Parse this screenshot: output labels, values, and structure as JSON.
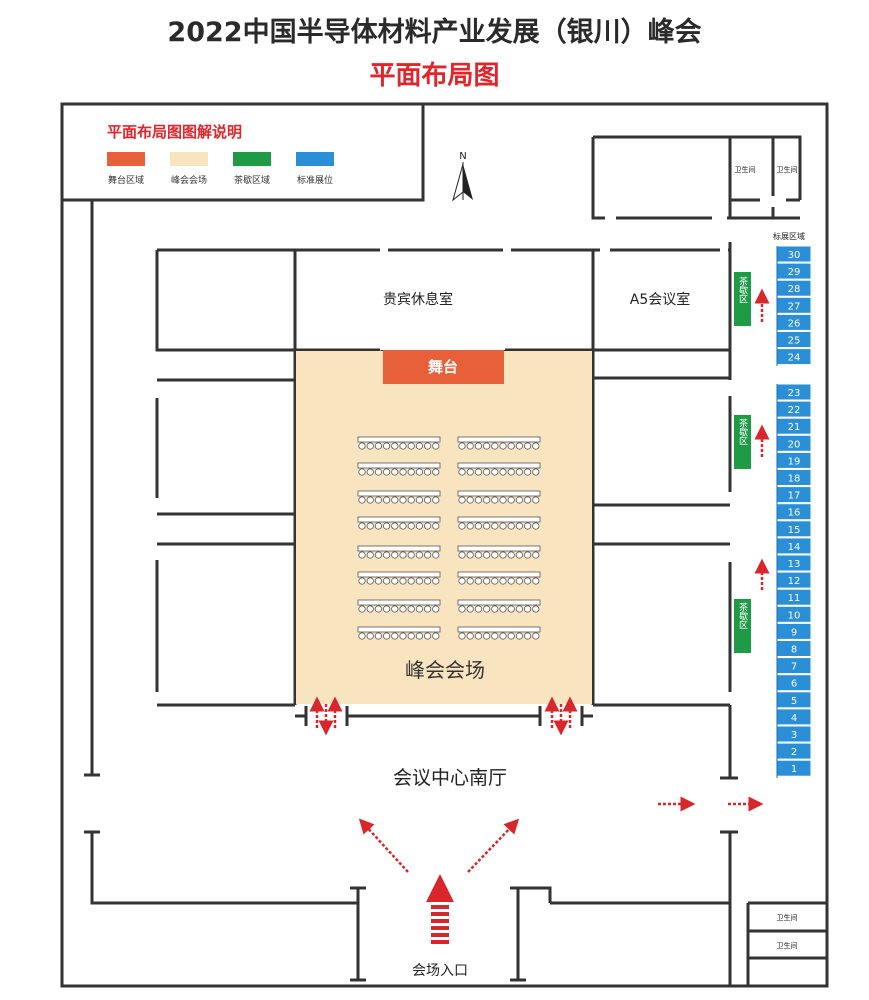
{
  "header": {
    "title": "2022中国半导体材料产业发展（银川）峰会",
    "subtitle": "平面布局图"
  },
  "legend": {
    "title": "平面布局图图解说明",
    "items": [
      {
        "label": "舞台区域",
        "color": "#e8603a"
      },
      {
        "label": "峰会会场",
        "color": "#f9e4c0"
      },
      {
        "label": "茶歇区域",
        "color": "#1f9a45"
      },
      {
        "label": "标准展位",
        "color": "#2a8fd6"
      }
    ]
  },
  "compass": {
    "label": "N"
  },
  "rooms": {
    "vip_lounge": "贵宾休息室",
    "a5_meeting_room": "A5会议室",
    "stage": "舞台",
    "summit_hall": "峰会会场",
    "south_hall": "会议中心南厅",
    "entrance": "会场入口"
  },
  "restrooms": {
    "top_left": "卫生间",
    "top_right": "卫生间",
    "bottom_upper": "卫生间",
    "bottom_lower": "卫生间"
  },
  "tea_break": {
    "label": "茶歇区",
    "count": 3
  },
  "booths": {
    "area_label": "标展区域",
    "numbers": [
      "30",
      "29",
      "28",
      "27",
      "26",
      "25",
      "24",
      "23",
      "22",
      "21",
      "20",
      "19",
      "18",
      "17",
      "16",
      "15",
      "14",
      "13",
      "12",
      "11",
      "10",
      "9",
      "8",
      "7",
      "6",
      "5",
      "4",
      "3",
      "2",
      "1"
    ]
  },
  "colors": {
    "wall": "#333333",
    "stage": "#e8603a",
    "hall": "#f9e4c0",
    "tea": "#1f9a45",
    "booth": "#2a8fd6",
    "arrow": "#d9262a"
  }
}
